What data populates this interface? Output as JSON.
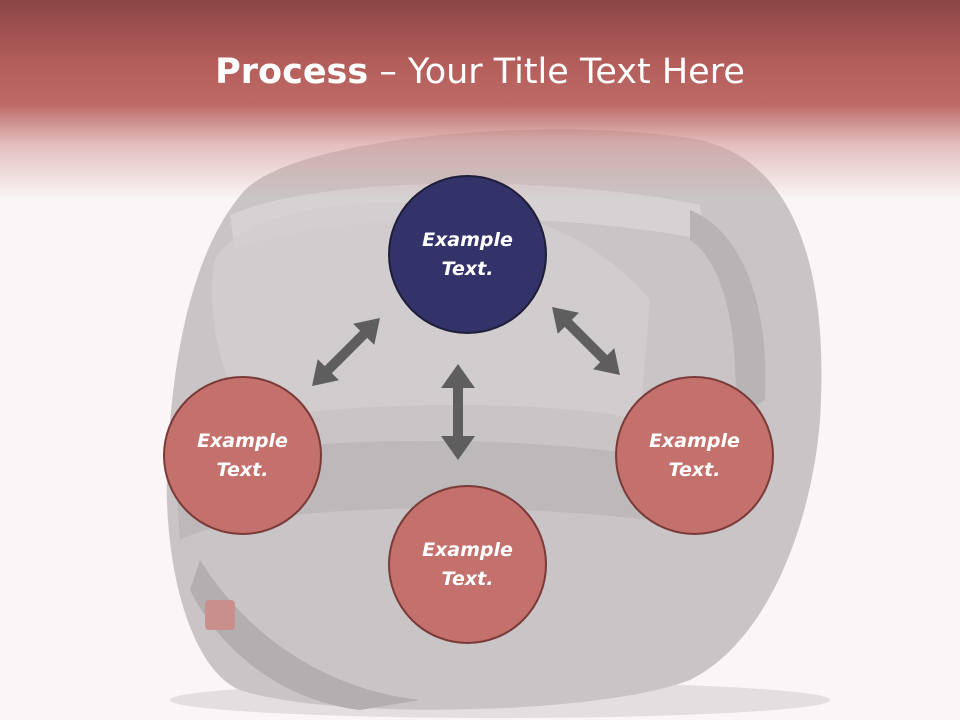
{
  "title": {
    "bold": "Process",
    "rest": " – Your Title Text Here"
  },
  "nodes": {
    "top": {
      "line1": "Example",
      "line2": "Text."
    },
    "left": {
      "line1": "Example",
      "line2": "Text."
    },
    "right": {
      "line1": "Example",
      "line2": "Text."
    },
    "bottom": {
      "line1": "Example",
      "line2": "Text."
    }
  },
  "colors": {
    "title_band": "#b45e5b",
    "node_primary": "#33336a",
    "node_secondary": "#c4706c",
    "arrow": "#5e5e5e"
  }
}
